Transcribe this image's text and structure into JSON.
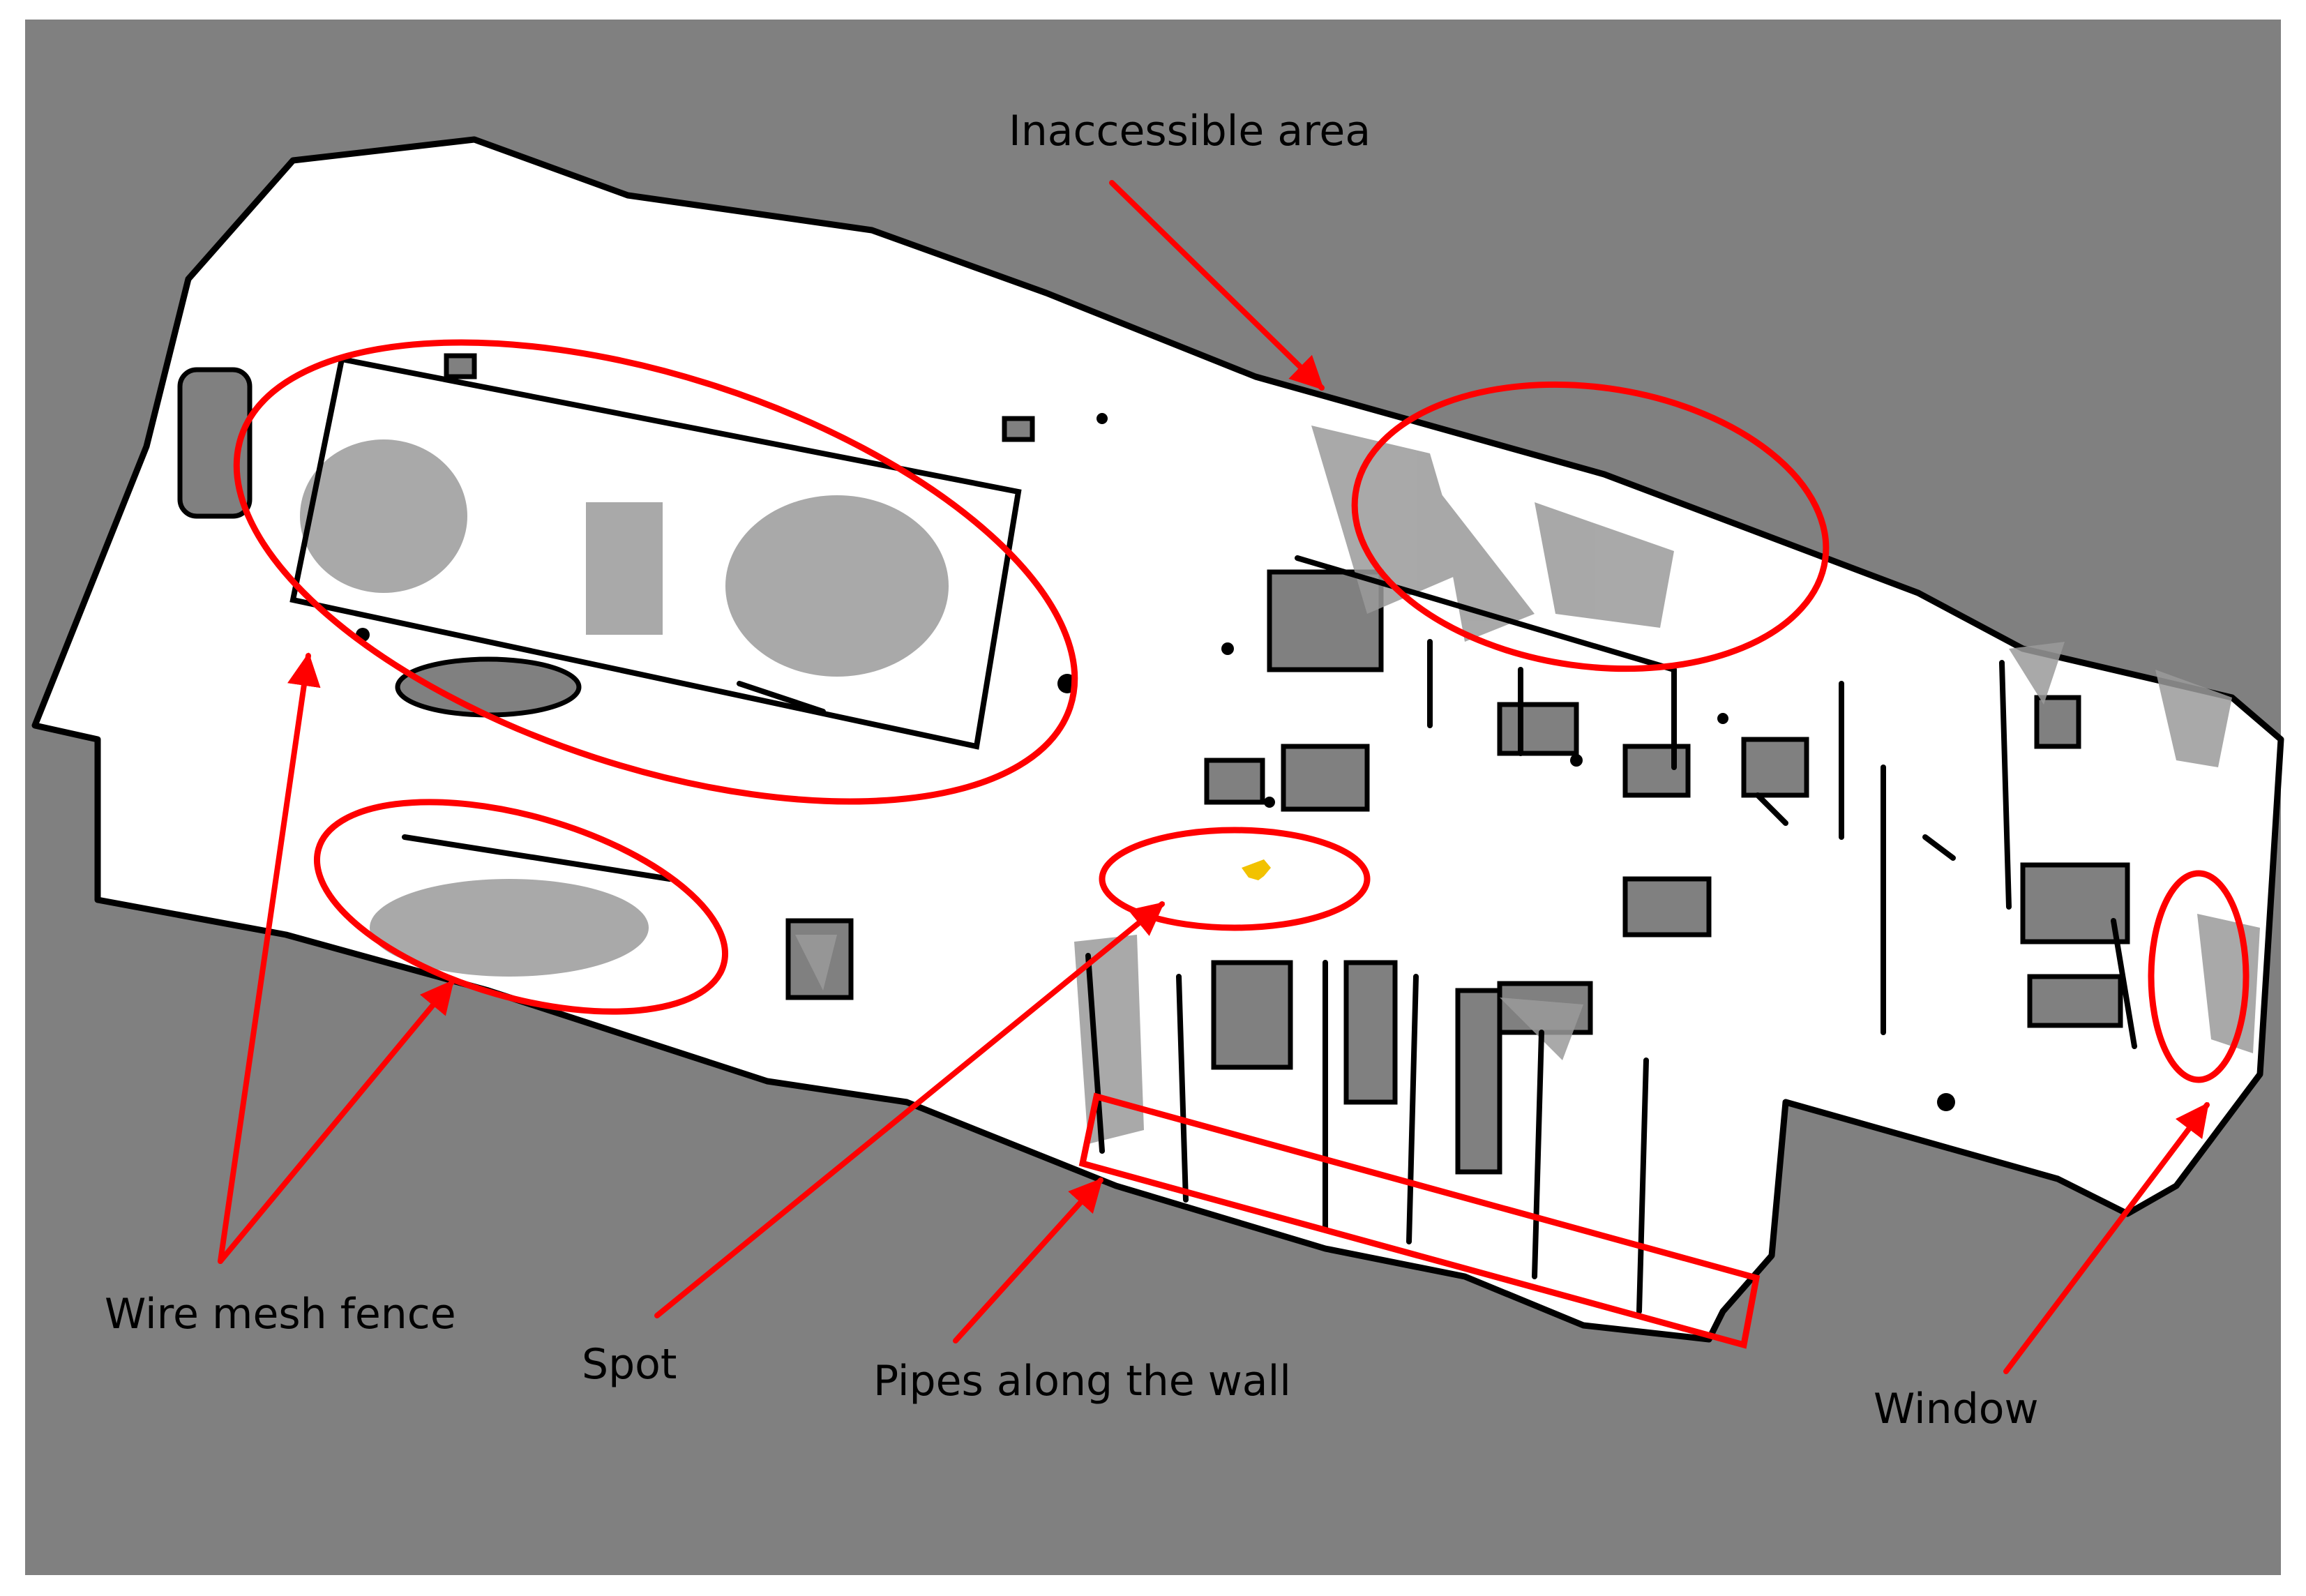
{
  "map": {
    "kind": "occupancy-grid",
    "colors": {
      "unknown": "#808080",
      "free": "#ffffff",
      "occupied": "#000000",
      "scan_shade": "#9a9a9a",
      "annotation": "#ff0000",
      "robot_marker": "#f2c200",
      "border": "#ffffff"
    }
  },
  "annotations": {
    "inaccessible_area": "Inaccessible area",
    "wire_mesh_fence": "Wire mesh fence",
    "spot": "Spot",
    "pipes_along_the_wall": "Pipes along the wall",
    "window": "Window"
  },
  "icons": {
    "robot": "spot-robot-icon"
  }
}
